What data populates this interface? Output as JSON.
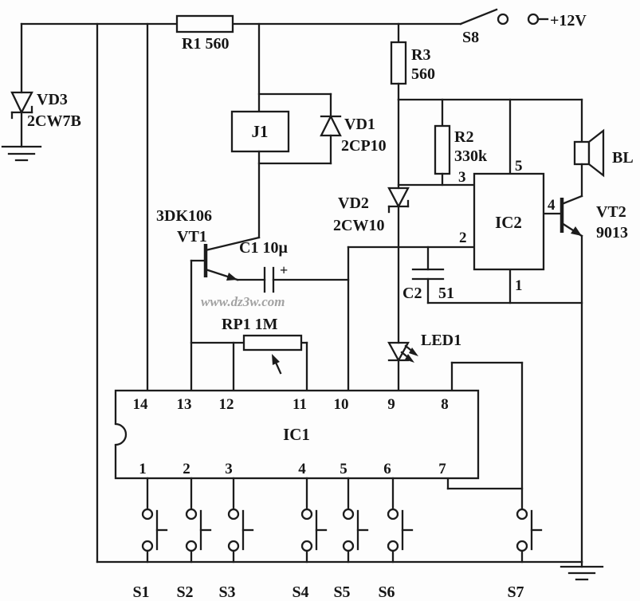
{
  "watermark": {
    "text": "www.dz3w.com"
  },
  "power": {
    "switch": "S8",
    "voltage": "+12V"
  },
  "buttons": [
    "S1",
    "S2",
    "S3",
    "S4",
    "S5",
    "S6",
    "S7"
  ],
  "components": {
    "r1": {
      "label": "R1 560"
    },
    "r2": {
      "name": "R2",
      "value": "330k"
    },
    "r3": {
      "name": "R3",
      "value": "560"
    },
    "rp1": {
      "label": "RP1 1M"
    },
    "c1": {
      "label": "C1 10μ",
      "polarity": "+"
    },
    "c2": {
      "name": "C2",
      "value": "51"
    },
    "vd1": {
      "name": "VD1",
      "value": "2CP10"
    },
    "vd2": {
      "name": "VD2",
      "value": "2CW10"
    },
    "vd3": {
      "name": "VD3",
      "value": "2CW7B"
    },
    "vt1": {
      "part": "3DK106",
      "name": "VT1"
    },
    "vt2": {
      "name": "VT2",
      "value": "9013"
    },
    "led1": {
      "label": "LED1"
    },
    "bl": {
      "label": "BL"
    },
    "j1": {
      "label": "J1"
    },
    "ic1": {
      "label": "IC1",
      "top_pins": [
        "14",
        "13",
        "12",
        "11",
        "10",
        "9",
        "8"
      ],
      "bottom_pins": [
        "1",
        "2",
        "3",
        "4",
        "5",
        "6",
        "7"
      ]
    },
    "ic2": {
      "label": "IC2",
      "pins": [
        "5",
        "3",
        "2",
        "4",
        "1"
      ]
    }
  }
}
